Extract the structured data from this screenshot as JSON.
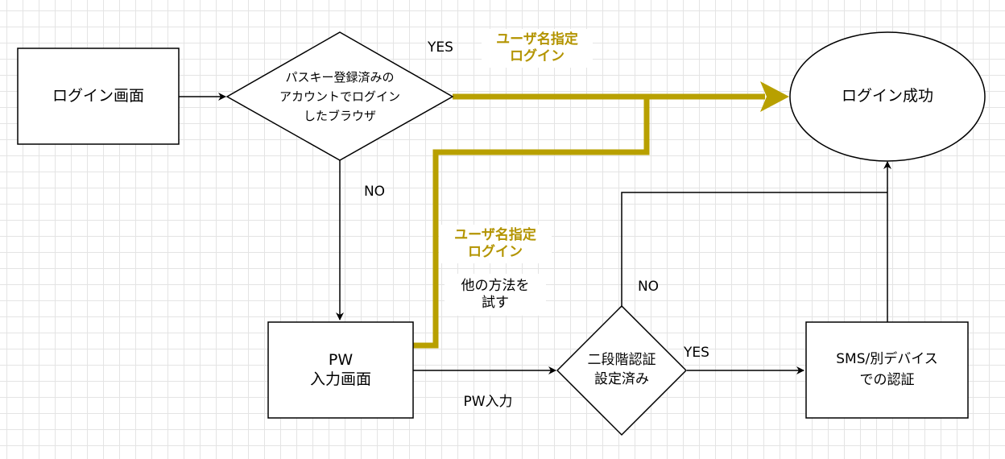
{
  "colors": {
    "highlight_path": "#b8a000",
    "highlight_text": "#b39400",
    "stroke": "#000000",
    "grid": "#e4e4e4"
  },
  "nodes": {
    "login_screen": "ログイン画面",
    "passkey_decision": "パスキー登録済みの\nアカウントでログイン\nしたブラウザ",
    "login_success": "ログイン成功",
    "pw_input_screen": "PW\n入力画面",
    "twofa_decision": "二段階認証\n設定済み",
    "sms_auth": "SMS/別デバイス\nでの認証"
  },
  "edge_labels": {
    "passkey_yes": "YES",
    "passkey_no": "NO",
    "username_login_top": "ユーザ名指定\nログイン",
    "username_login_mid": "ユーザ名指定\nログイン",
    "try_other_method": "他の方法を\n試す",
    "pw_entered": "PW入力",
    "twofa_yes": "YES",
    "twofa_no": "NO"
  }
}
